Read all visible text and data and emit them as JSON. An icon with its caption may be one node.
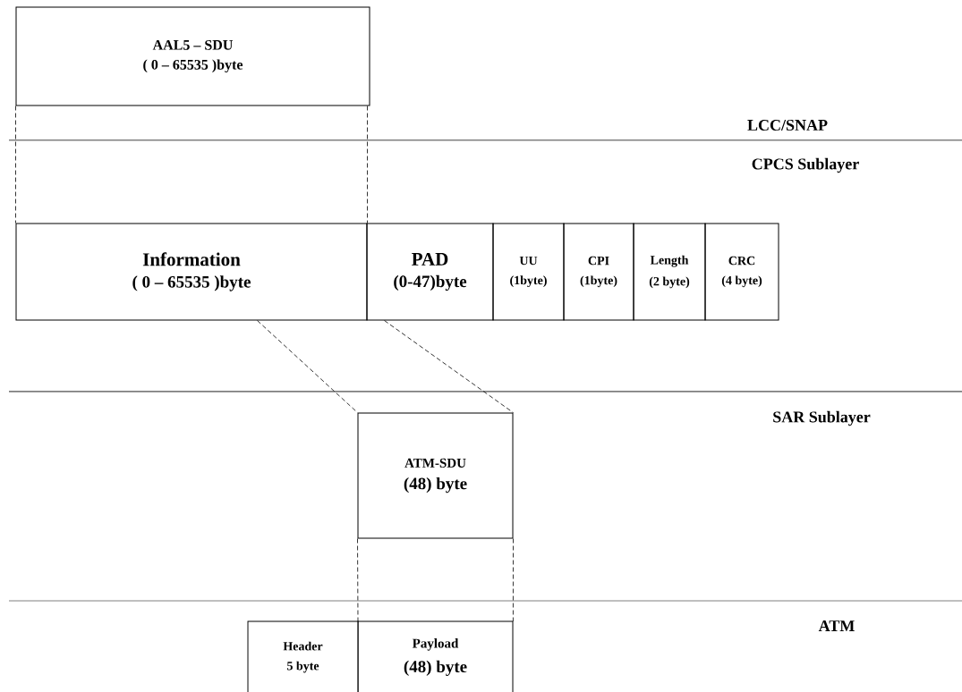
{
  "diagram": {
    "nodes": [
      {
        "text": [
          "AAL5 – SDU",
          "( 0 – 65535 )byte"
        ]
      },
      {
        "text": [
          "Information",
          "( 0 – 65535 )byte"
        ]
      },
      {
        "text": [
          "PAD",
          "(0-47)byte"
        ]
      },
      {
        "text": [
          "UU",
          "(1byte)"
        ]
      },
      {
        "text": [
          "CPI",
          "(1byte)"
        ]
      },
      {
        "text": [
          "Length",
          "(2 byte)"
        ]
      },
      {
        "text": [
          "CRC",
          "(4 byte)"
        ]
      },
      {
        "text": [
          "ATM-SDU",
          "(48) byte"
        ]
      },
      {
        "text": [
          "Header",
          "5 byte"
        ]
      },
      {
        "text": [
          "Payload",
          "(48) byte"
        ]
      }
    ],
    "edges": [
      {
        "from": 0,
        "to": 1,
        "arrow": "none",
        "style": "dashed"
      },
      {
        "from": 0,
        "to": 1,
        "arrow": "none",
        "style": "dashed"
      },
      {
        "from": 1,
        "to": 7,
        "arrow": "none",
        "style": "dashed"
      },
      {
        "from": 2,
        "to": 7,
        "arrow": "none",
        "style": "dashed"
      },
      {
        "from": 7,
        "to": 9,
        "arrow": "none",
        "style": "dashed"
      },
      {
        "from": 7,
        "to": 9,
        "arrow": "none",
        "style": "dashed"
      }
    ],
    "labels": [
      "LCC/SNAP",
      "CPCS  Sublayer",
      "SAR  Sublayer",
      "ATM"
    ]
  }
}
